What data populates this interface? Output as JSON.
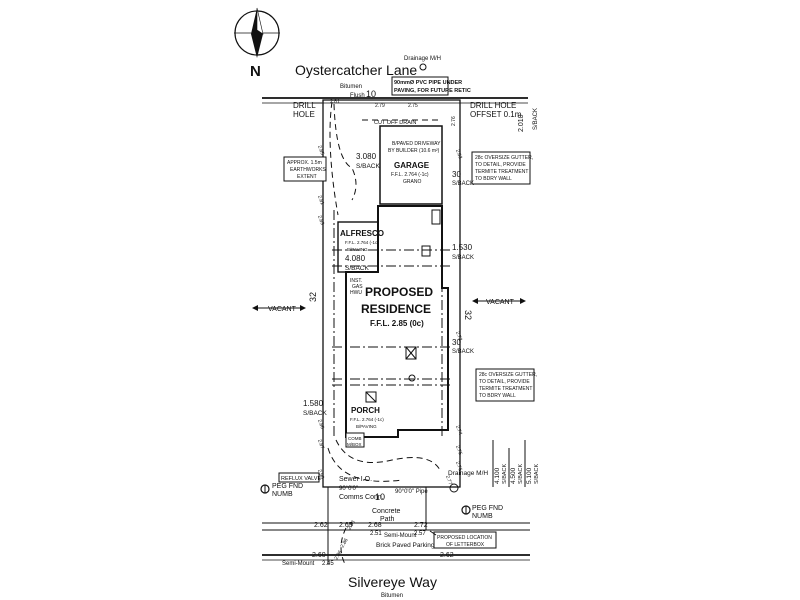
{
  "compass": {
    "north_label": "N"
  },
  "streets": {
    "top_name": "Oystercatcher Lane",
    "top_surface": "Bitumen",
    "bottom_name": "Silvereye Way",
    "bottom_surface": "Bitumen"
  },
  "labels": {
    "drainage_top": "Drainage M/H",
    "pvc_note_1": "90mmØ PVC PIPE UNDER",
    "pvc_note_2": "PAVING, FOR FUTURE RETIC",
    "flush_top": "Flush",
    "frontage_top": "10",
    "drill_hole_left_1": "DRILL",
    "drill_hole_left_2": "HOLE",
    "drill_hole_right_1": "DRILL HOLE",
    "drill_hole_right_2": "OFFSET 0.1m",
    "setback_top_right_1": "2.010",
    "setback_top_right_2": "S/BACK",
    "cut_off_drain": "CUT OFF DRAIN",
    "driveway_1": "B/PAVED DRIVEWAY",
    "driveway_2": "BY BUILDER (10.6 m²)",
    "setback_3080_1": "3.080",
    "setback_3080_2": "S/BACK",
    "earthworks_1": "APPROX. 1.5m",
    "earthworks_2": "EARTHWORKS",
    "earthworks_3": "EXTENT",
    "garage": "GARAGE",
    "garage_ffl": "F.F.L. 2.764 (-1c)",
    "garage_grano": "GRANO",
    "gutter_top_1": "28c OVERSIZE GUTTER,",
    "gutter_top_2": "TO DETAIL, PROVIDE",
    "gutter_top_3": "TERMITE TREATMENT",
    "gutter_top_4": "TO BDRY WALL",
    "setback_30_top_1": "30",
    "setback_30_top_2": "S/BACK",
    "alfresco": "ALFRESCO",
    "alfresco_ffl": "F.F.L. 2.764 (-1c)",
    "alfresco_paving": "B/PAVING",
    "setback_4080_1": "4.080",
    "setback_4080_2": "S/BACK",
    "setback_1530_1": "1.530",
    "setback_1530_2": "S/BACK",
    "inst_1": "INST.",
    "inst_2": "GAS",
    "inst_3": "HWU",
    "vacant_left": "VACANT",
    "vacant_right": "VACANT",
    "depth_left": "32",
    "depth_right": "32",
    "proposed_1": "PROPOSED",
    "proposed_2": "RESIDENCE",
    "residence_ffl": "F.F.L. 2.85 (0c)",
    "setback_30_mid_1": "30",
    "setback_30_mid_2": "S/BACK",
    "gutter_bot_1": "28c OVERSIZE GUTTER,",
    "gutter_bot_2": "TO DETAIL, PROVIDE",
    "gutter_bot_3": "TERMITE TREATMENT",
    "gutter_bot_4": "TO BDRY WALL",
    "setback_1580_1": "1.580",
    "setback_1580_2": "S/BACK",
    "porch": "PORCH",
    "porch_ffl": "F.F.L. 2.764 (-1c)",
    "porch_paving": "B/PAVING",
    "comb_1": "COMB",
    "comb_2": "M/BOX",
    "reflux_valve": "REFLUX VALVE",
    "sewer_io": "Sewer I.O.",
    "angle_left": "90°0'0\"",
    "comms": "Comms Conn.",
    "drainage_bot": "Drainage M/H",
    "peg_left_1": "PEG FND",
    "peg_left_2": "NUMB",
    "peg_right_1": "PEG FND",
    "peg_right_2": "NUMB",
    "angle_right": "90°0'0\" Pipe",
    "frontage_bottom": "10",
    "concrete_1": "Concrete",
    "concrete_2": "Path",
    "semi_mount_mid": "Semi-Mount",
    "brick_parking": "Brick Paved Parking",
    "letterbox_1": "PROPOSED LOCATION",
    "letterbox_2": "OF LETTERBOX",
    "semi_mount_left": "Semi-Mount",
    "setback_4100_1": "4.100",
    "setback_4100_2": "S/BACK",
    "setback_4500_1": "4.500",
    "setback_4500_2": "S/BACK",
    "setback_5100_1": "5.100",
    "setback_5100_2": "S/BACK"
  },
  "levels": {
    "top_left": "2.81",
    "top_mid": "2.75",
    "top_right": "2.76",
    "top_flush": "2.79",
    "l1": "2.85",
    "l2": "2.81",
    "l3": "2.83",
    "l4": "2.86",
    "l5": "2.87",
    "l6": "2.90",
    "r1": "2.63",
    "r2": "2.72",
    "r3": "2.74",
    "r4": "2.75",
    "r5": "2.76",
    "r6": "2.77",
    "b1": "2.83",
    "b2": "2.86",
    "b3": "2.86",
    "b4": "2.62",
    "b5": "2.65",
    "b6": "2.68",
    "b7": "2.72",
    "b8": "2.51",
    "b9": "2.57",
    "b10": "2.60",
    "b11": "2.62",
    "b12": "2.45"
  }
}
